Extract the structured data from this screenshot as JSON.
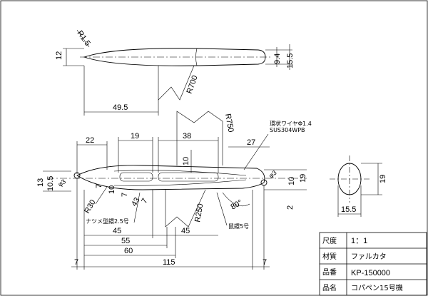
{
  "top_view": {
    "radius_tip": "R1.5",
    "height_left": "12",
    "height_right_inner": "9.4",
    "height_right_outer": "15.5",
    "radius_large": "R700",
    "length_from_tip": "49.5"
  },
  "front_view": {
    "radius_750": "R750",
    "wire_note_line1": "環状ワイヤΦ1.4",
    "wire_note_line2": "SUS304WPB",
    "dim_22": "22",
    "dim_19": "19",
    "dim_38": "38",
    "dim_27": "27",
    "dim_10_center": "10",
    "dim_13": "13",
    "dim_10_5": "10.5",
    "dim_phi3_left": "φ3",
    "dim_phi3_right": "φ3",
    "dim_7a": "7",
    "dim_7b": "7",
    "dim_10_left": "10",
    "dim_43": "43",
    "dim_7c": "7",
    "dim_r30": "R30",
    "dim_r250": "R250",
    "dim_80deg": "80°",
    "dim_10_right": "10",
    "dim_19_right": "19",
    "dim_2": "2",
    "spring_note": "ナツメ型鐶2.5号",
    "ring_note": "鼠鐶5号",
    "dim_45a": "45",
    "dim_45b": "45",
    "dim_55": "55",
    "dim_60": "60",
    "dim_7_bottom_left": "7",
    "dim_115": "115",
    "dim_7_bottom_right": "7"
  },
  "section_view": {
    "height": "19",
    "width": "15.5"
  },
  "title_block": {
    "rows": [
      {
        "label": "尺度",
        "value": "1：1"
      },
      {
        "label": "材質",
        "value": "ファルカタ"
      },
      {
        "label": "品番",
        "value": "KP-150000"
      },
      {
        "label": "品名",
        "value": "コパペン15号機"
      }
    ]
  }
}
